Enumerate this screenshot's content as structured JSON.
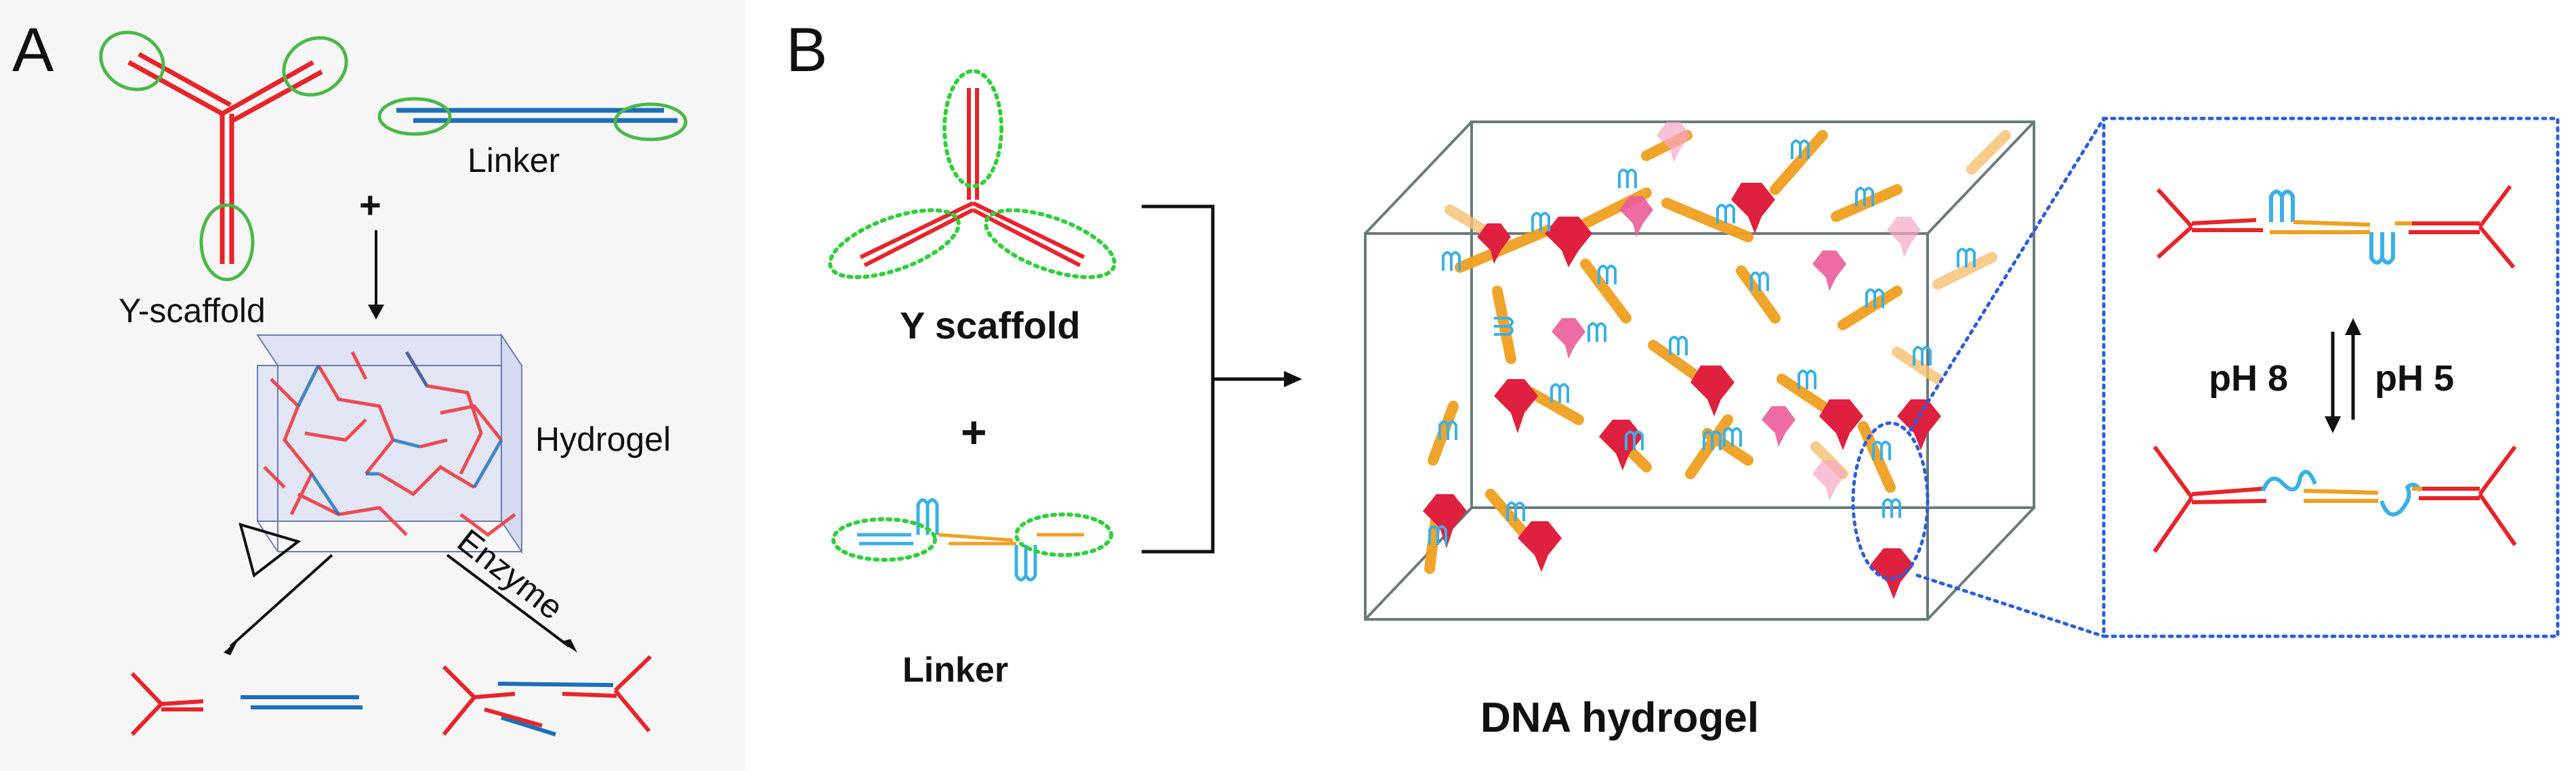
{
  "panel_a": {
    "letter": "A",
    "labels": {
      "scaffold": "Y-scaffold",
      "linker": "Linker",
      "plus": "+",
      "hydrogel": "Hydrogel",
      "heat_symbol": "triangle-heat-icon",
      "enzyme": "Enzyme"
    }
  },
  "panel_b": {
    "letter": "B",
    "labels": {
      "scaffold": "Y scaffold",
      "plus": "+",
      "linker": "Linker",
      "hydrogel": "DNA hydrogel",
      "ph_forward": "pH 8",
      "ph_reverse": "pH 5"
    }
  },
  "colors": {
    "scaffold": "#e8242b",
    "linker": "#1c6fb9",
    "i_motif": "#3ab0e6",
    "linker_core": "#f0a020",
    "circle_green": "#4cb848",
    "zoom_box": "#2b5fd9",
    "cube_edge": "#6b7b7b"
  }
}
